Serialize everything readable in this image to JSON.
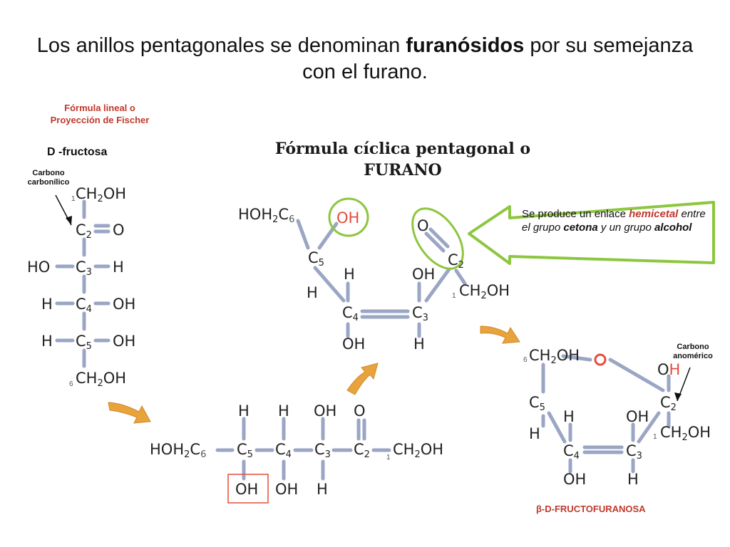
{
  "title": {
    "line_pre": "Los anillos pentagonales se denominan ",
    "line_bold": "furanósidos",
    "line_post": "  por su semejanza con el furano."
  },
  "fischer": {
    "heading_line1": "Fórmula lineal o",
    "heading_line2": "Proyección de Fischer",
    "name": "D -fructosa",
    "carbonyl_label_line1": "Carbono",
    "carbonyl_label_line2": "carbonílico",
    "rows": [
      {
        "left": "",
        "center": "CH2OH",
        "right": "",
        "num": "1"
      },
      {
        "left": "",
        "center": "C2",
        "right": "O",
        "num": ""
      },
      {
        "left": "HO",
        "center": "C3",
        "right": "H",
        "num": ""
      },
      {
        "left": "H",
        "center": "C4",
        "right": "OH",
        "num": ""
      },
      {
        "left": "H",
        "center": "C5",
        "right": "OH",
        "num": ""
      },
      {
        "left": "",
        "center": "CH2OH",
        "right": "",
        "num": "6"
      }
    ]
  },
  "cyclic_heading": {
    "line1": "Fórmula cíclica pentagonal o",
    "line2": "FURANO"
  },
  "callout": {
    "text_pre": "Se produce un enlace ",
    "text_hemicetal": "hemicetal",
    "text_mid": " entre el grupo ",
    "text_cetona": "cetona",
    "text_mid2": " y un grupo ",
    "text_alcohol": "alcohol"
  },
  "anomeric_label": {
    "line1": "Carbono",
    "line2": "anomérico"
  },
  "product_name": "β-D-FRUCTOFURANOSA",
  "colors": {
    "red": "#c0392b",
    "green": "#8dc63f",
    "orange": "#e8a33c",
    "bond": "#7f8fb5",
    "ring_oxygen": "#e74c3c"
  }
}
